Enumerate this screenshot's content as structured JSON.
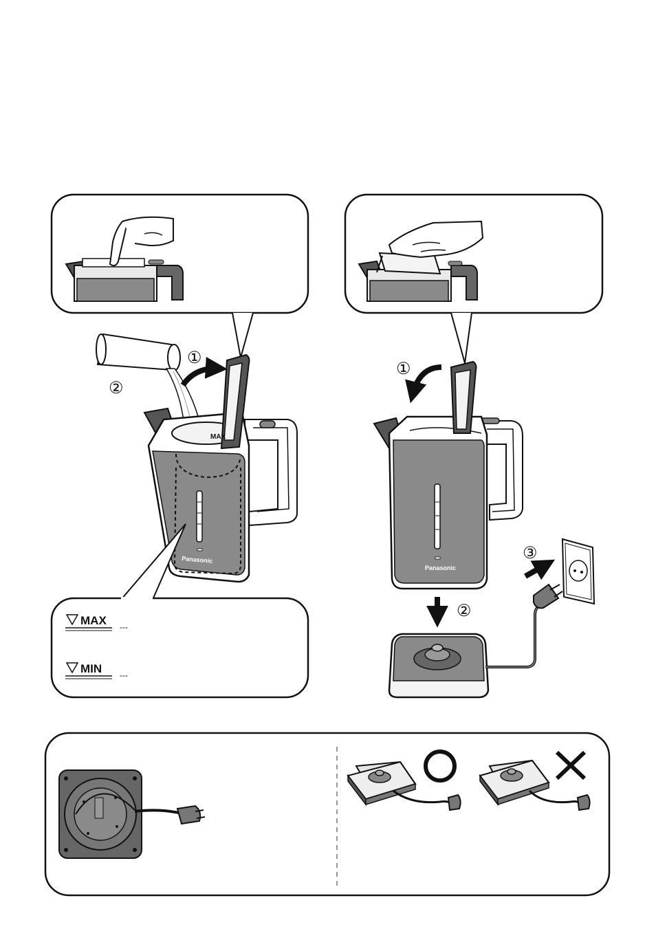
{
  "colors": {
    "outline": "#111111",
    "kettle_body": "#8a8a8a",
    "kettle_dark": "#555555",
    "panel_light": "#e6e6e6",
    "water": "#ffffff"
  },
  "left_panel": {
    "step_marks": [
      "①",
      "②"
    ],
    "brand_label": "Panasonic",
    "lid_max_label": "MAX",
    "callout": {
      "max_label": "MAX",
      "min_label": "MIN",
      "dash_leader": "---"
    }
  },
  "right_panel": {
    "step_marks": [
      "①",
      "②",
      "③"
    ],
    "brand_label": "Panasonic"
  },
  "bottom_panel": {
    "ok_symbol": "○",
    "ng_symbol": "✕"
  },
  "icons": [
    "finger-press-icon",
    "hand-close-lid-icon",
    "cup-pour-icon",
    "kettle-open-icon",
    "kettle-closed-icon",
    "power-base-icon",
    "wall-socket-icon",
    "plug-icon",
    "base-underside-icon"
  ]
}
